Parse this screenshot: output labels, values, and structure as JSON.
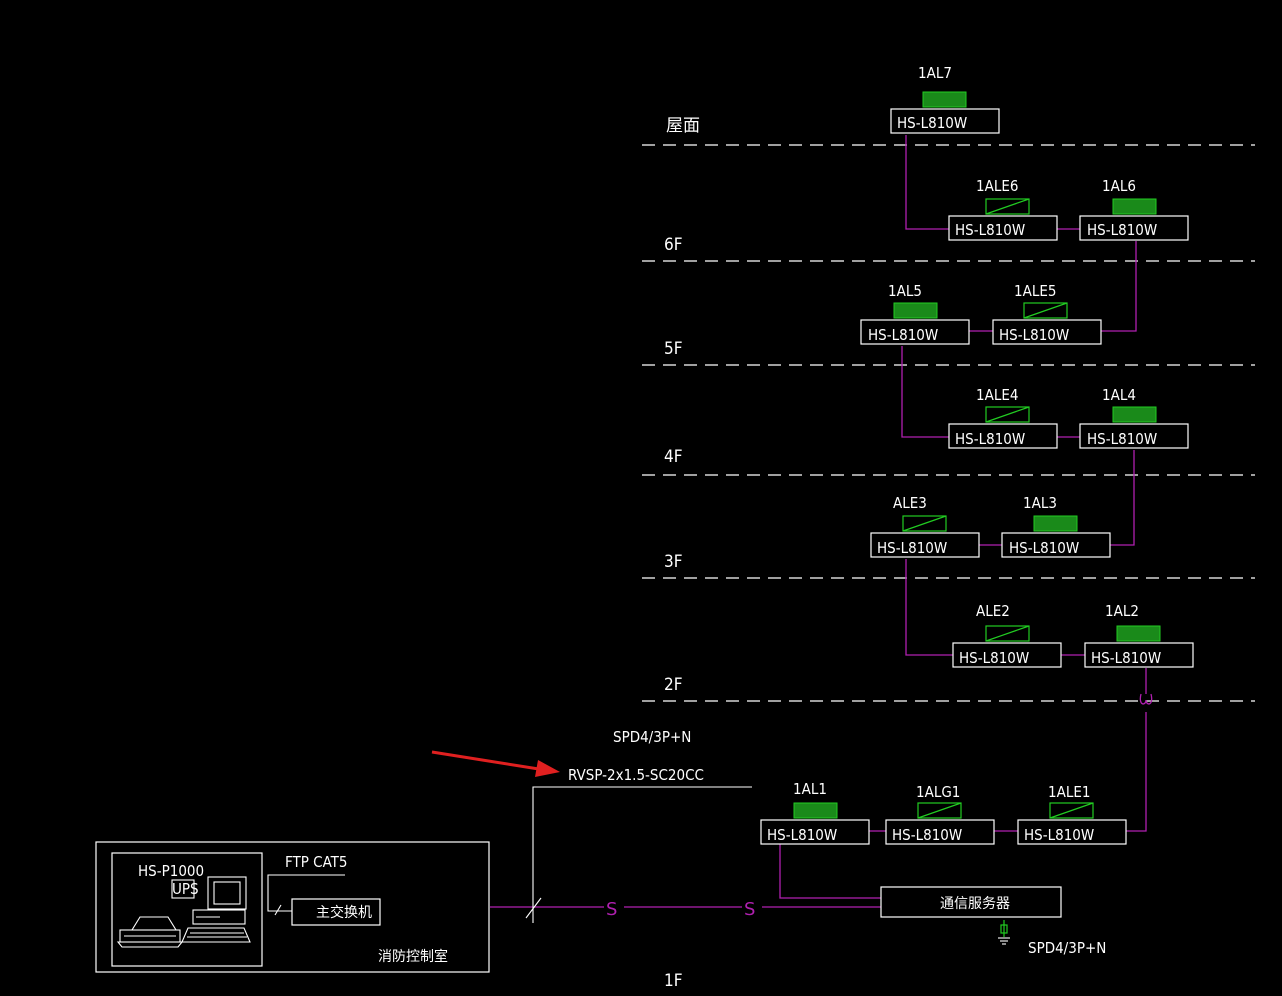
{
  "floors": {
    "roof": "屋面",
    "f6": "6F",
    "f5": "5F",
    "f4": "4F",
    "f3": "3F",
    "f2": "2F",
    "f1": "1F"
  },
  "panels": [
    {
      "id": "1AL7",
      "model": "HS-L810W",
      "kind": "hatched"
    },
    {
      "id": "1ALE6",
      "model": "HS-L810W",
      "kind": "diagonal"
    },
    {
      "id": "1AL6",
      "model": "HS-L810W",
      "kind": "hatched"
    },
    {
      "id": "1AL5",
      "model": "HS-L810W",
      "kind": "hatched"
    },
    {
      "id": "1ALE5",
      "model": "HS-L810W",
      "kind": "diagonal"
    },
    {
      "id": "1ALE4",
      "model": "HS-L810W",
      "kind": "diagonal"
    },
    {
      "id": "1AL4",
      "model": "HS-L810W",
      "kind": "hatched"
    },
    {
      "id": "ALE3",
      "model": "HS-L810W",
      "kind": "diagonal"
    },
    {
      "id": "1AL3",
      "model": "HS-L810W",
      "kind": "hatched"
    },
    {
      "id": "ALE2",
      "model": "HS-L810W",
      "kind": "diagonal"
    },
    {
      "id": "1AL2",
      "model": "HS-L810W",
      "kind": "hatched"
    },
    {
      "id": "1AL1",
      "model": "HS-L810W",
      "kind": "hatched"
    },
    {
      "id": "1ALG1",
      "model": "HS-L810W",
      "kind": "diagonal"
    },
    {
      "id": "1ALE1",
      "model": "HS-L810W",
      "kind": "diagonal"
    }
  ],
  "spd_top": "SPD4/3P+N",
  "cable_spec": "RVSP-2x1.5-SC20CC",
  "comm_server": "通信服务器",
  "spd_bottom": "SPD4/3P+N",
  "control_room": {
    "model": "HS-P1000",
    "ups": "UPS",
    "cable": "FTP CAT5",
    "host": "主交换机",
    "room": "消防控制室"
  },
  "shield_mark": "S",
  "colors": {
    "background": "#000000",
    "wire": "#b020b0",
    "symbol": "#22cc22",
    "arrow": "#e02020"
  }
}
